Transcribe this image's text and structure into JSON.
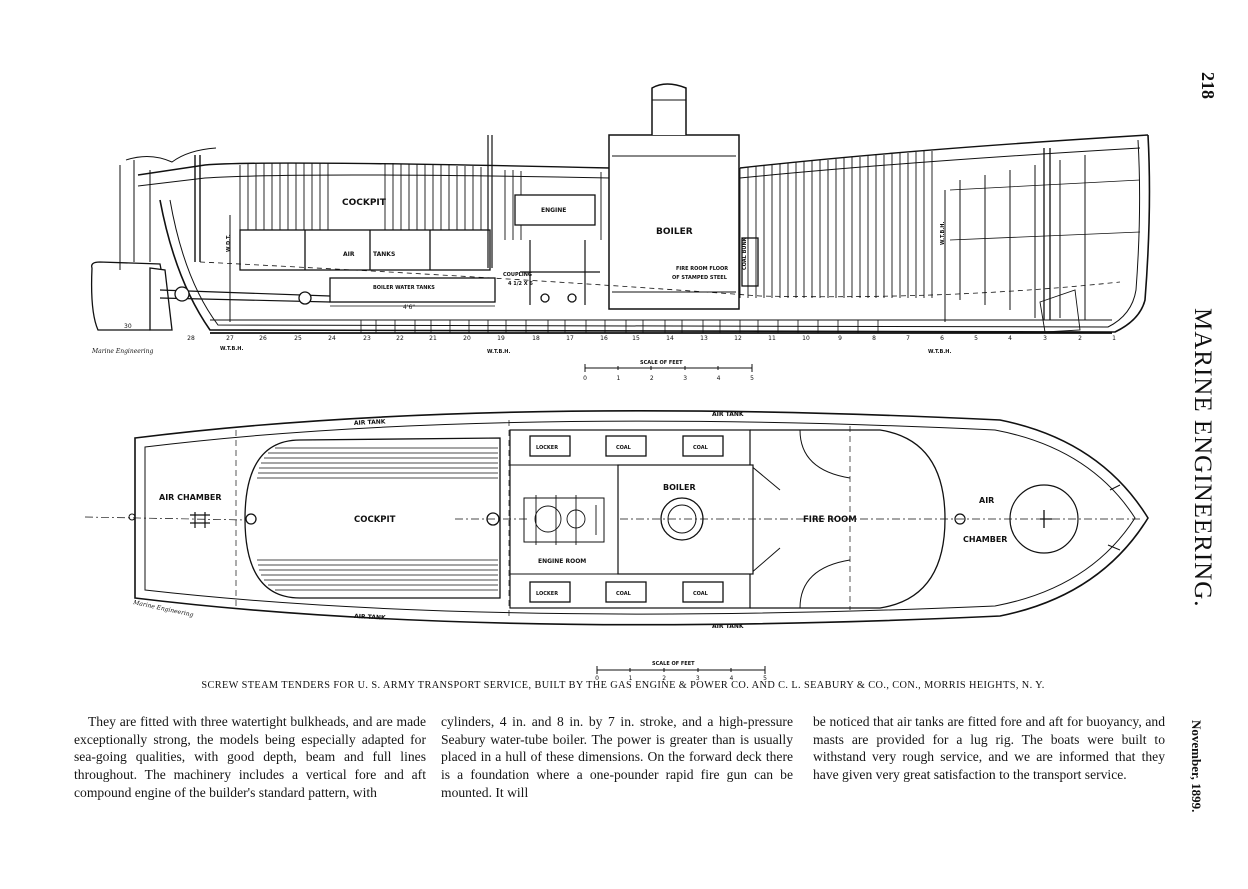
{
  "header": {
    "page_number": "218",
    "journal_title": "MARINE ENGINEERING.",
    "issue_date": "November, 1899."
  },
  "profile": {
    "credit": "Marine Engineering",
    "labels": {
      "cockpit": "COCKPIT",
      "air": "AIR",
      "tanks": "TANKS",
      "engine": "ENGINE",
      "boiler": "BOILER",
      "boiler_water_tanks": "BOILER WATER TANKS",
      "fire_room_floor_1": "FIRE ROOM FLOOR",
      "fire_room_floor_2": "OF STAMPED STEEL",
      "coal_bunker": "COAL BUNK",
      "coupling_1": "COUPLING",
      "coupling_2": "4 1/2 X 6",
      "dimension": "4'6\"",
      "wtbh": "W.T.B.H.",
      "wtbh_left": "W.T.B.H.",
      "wtbh_mid": "W.T.B.H.",
      "wtbh_right": "W.T.B.H.",
      "frame_30": "30",
      "wdt": "W.D.T."
    },
    "frames": [
      "28",
      "27",
      "26",
      "25",
      "24",
      "23",
      "22",
      "21",
      "20",
      "19",
      "18",
      "17",
      "16",
      "15",
      "14",
      "13",
      "12",
      "11",
      "10",
      "9",
      "8",
      "7",
      "6",
      "5",
      "4",
      "3",
      "2",
      "1"
    ],
    "scale": {
      "label": "SCALE OF FEET",
      "ticks": [
        "0",
        "1",
        "2",
        "3",
        "4",
        "5"
      ]
    }
  },
  "plan": {
    "credit": "Marine Engineering",
    "labels": {
      "air_tank_top_left": "AIR TANK",
      "air_tank_top_right": "AIR TANK",
      "air_tank_bottom_left": "AIR TANK",
      "air_tank_bottom_right": "AIR TANK",
      "air_chamber_aft": "AIR CHAMBER",
      "cockpit": "COCKPIT",
      "locker_top": "LOCKER",
      "coal_top_1": "COAL",
      "coal_top_2": "COAL",
      "locker_bottom": "LOCKER",
      "coal_bottom_1": "COAL",
      "coal_bottom_2": "COAL",
      "boiler": "BOILER",
      "engine_room": "ENGINE ROOM",
      "fire_room": "FIRE ROOM",
      "air_fwd": "AIR",
      "chamber_fwd": "CHAMBER"
    },
    "scale": {
      "label": "SCALE OF FEET",
      "ticks": [
        "0",
        "1",
        "2",
        "3",
        "4",
        "5"
      ]
    }
  },
  "caption": "SCREW STEAM TENDERS FOR U. S. ARMY TRANSPORT SERVICE, BUILT BY THE GAS ENGINE & POWER CO. AND C. L. SEABURY & CO., CON., MORRIS HEIGHTS, N. Y.",
  "body": {
    "col1": "They are fitted with three watertight bulkheads, and are made exceptionally strong, the models being especially adapted for sea-going qualities, with good depth, beam and full lines throughout. The machinery includes a vertical fore and aft compound engine of the builder's standard pattern, with",
    "col2": "cylinders, 4 in. and 8 in. by 7 in. stroke, and a high-pressure Seabury water-tube boiler. The power is greater than is usually placed in a hull of these dimensions. On the forward deck there is a foundation where a one-pounder rapid fire gun can be mounted. It will",
    "col3": "be noticed that air tanks are fitted fore and aft for buoyancy, and masts are provided for a lug rig. The boats were built to withstand very rough service, and we are informed that they have given very great satisfaction to the transport service."
  }
}
